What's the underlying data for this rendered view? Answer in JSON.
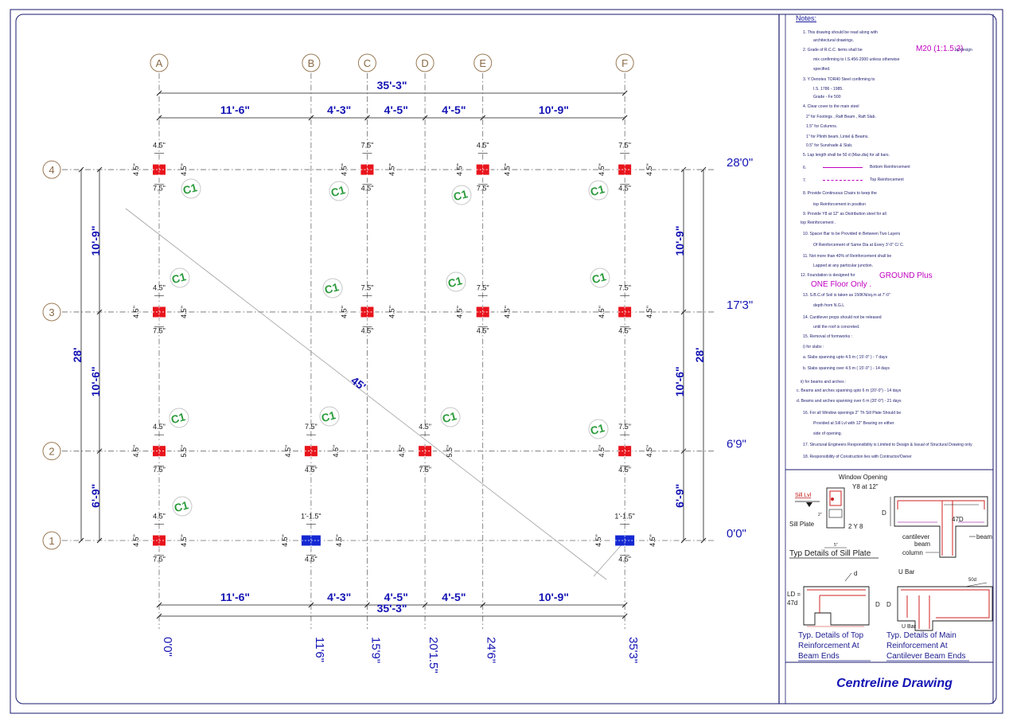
{
  "title_block": {
    "title": "Centreline Drawing"
  },
  "grid": {
    "columns": [
      {
        "label": "A",
        "ft": 0,
        "chain": "0'0\""
      },
      {
        "label": "B",
        "ft": 11.5,
        "chain": "11'6\""
      },
      {
        "label": "C",
        "ft": 15.75,
        "chain": "15'9\""
      },
      {
        "label": "D",
        "ft": 20.125,
        "chain": "20'1.5\""
      },
      {
        "label": "E",
        "ft": 24.5,
        "chain": "24'6\""
      },
      {
        "label": "F",
        "ft": 35.25,
        "chain": "35'3\""
      }
    ],
    "rows": [
      {
        "label": "4",
        "ft": 28,
        "chain": "28'0\""
      },
      {
        "label": "3",
        "ft": 17.25,
        "chain": "17'3\""
      },
      {
        "label": "2",
        "ft": 6.75,
        "chain": "6'9\""
      },
      {
        "label": "1",
        "ft": 0,
        "chain": "0'0\""
      }
    ]
  },
  "dimensions": {
    "top_total": "35'-3\"",
    "top_segments": [
      "11'-6\"",
      "4'-3\"",
      "4'-5\"",
      "4'-5\"",
      "10'-9\""
    ],
    "bottom_segments": [
      "11'-6\"",
      "4'-3\"",
      "4'-5\"",
      "4'-5\"",
      "10'-9\""
    ],
    "bottom_total": "35'-3\"",
    "left_segments": [
      "10'-9\"",
      "10'-6\"",
      "6'-9\""
    ],
    "left_total": "28'",
    "right_segments": [
      "10'-9\"",
      "10'-6\"",
      "6'-9\""
    ],
    "right_total": "28'",
    "diagonal": "45'"
  },
  "columns": [
    {
      "at": "A4",
      "color": "#e8141c",
      "offsets": {
        "top": "4.5\"",
        "bottom": "7.5\"",
        "left": "4.5\"",
        "right": "4.5\""
      }
    },
    {
      "at": "C4",
      "color": "#e8141c",
      "offsets": {
        "top": "7.5\"",
        "bottom": "4.5\"",
        "left": "4.5\"",
        "right": "4.5\""
      }
    },
    {
      "at": "E4",
      "color": "#e8141c",
      "offsets": {
        "top": "4.5\"",
        "bottom": "7.5\"",
        "left": "4.5\"",
        "right": "4.5\""
      }
    },
    {
      "at": "F4",
      "color": "#e8141c",
      "offsets": {
        "top": "7.5\"",
        "bottom": "4.5\"",
        "left": "4.5\"",
        "right": "4.5\""
      }
    },
    {
      "at": "A3",
      "color": "#e8141c",
      "offsets": {
        "top": "4.5\"",
        "bottom": "7.5\"",
        "left": "4.5\"",
        "right": "4.5\""
      }
    },
    {
      "at": "C3",
      "color": "#e8141c",
      "offsets": {
        "top": "7.5\"",
        "bottom": "4.5\"",
        "left": "4.5\"",
        "right": "4.5\""
      }
    },
    {
      "at": "E3",
      "color": "#e8141c",
      "offsets": {
        "top": "7.5\"",
        "bottom": "4.5\"",
        "left": "4.5\"",
        "right": "4.5\""
      }
    },
    {
      "at": "F3",
      "color": "#e8141c",
      "offsets": {
        "top": "7.5\"",
        "bottom": "4.5\"",
        "left": "4.5\"",
        "right": "4.5\""
      }
    },
    {
      "at": "A2",
      "color": "#e8141c",
      "offsets": {
        "top": "4.5\"",
        "bottom": "7.5\"",
        "left": "4.5\"",
        "right": "5.5\""
      }
    },
    {
      "at": "B2",
      "color": "#e8141c",
      "offsets": {
        "top": "7.5\"",
        "bottom": "4.5\"",
        "left": "4.5\"",
        "right": "4.5\""
      }
    },
    {
      "at": "D2",
      "color": "#e8141c",
      "offsets": {
        "top": "4.5\"",
        "bottom": "7.5\"",
        "left": "4.5\"",
        "right": "5.5\""
      }
    },
    {
      "at": "F2",
      "color": "#e8141c",
      "offsets": {
        "top": "7.5\"",
        "bottom": "4.5\"",
        "left": "4.5\"",
        "right": "4.5\""
      }
    },
    {
      "at": "A1",
      "color": "#e8141c",
      "offsets": {
        "top": "4.5\"",
        "bottom": "7.5\"",
        "left": "4.5\"",
        "right": "4.5\""
      }
    },
    {
      "at": "B1",
      "color": "#1428d2",
      "offsets": {
        "top": "1'-1.5\"",
        "bottom": "4.5\"",
        "left": "4.5\"",
        "right": "4.5\""
      }
    },
    {
      "at": "F1",
      "color": "#1428d2",
      "offsets": {
        "top": "1'-1.5\"",
        "bottom": "4.5\"",
        "left": "4.5\"",
        "right": "4.5\""
      }
    }
  ],
  "column_tag": "C1",
  "notes": {
    "title": "Notes:",
    "lines": [
      "1.  This drawing should be read along with",
      "architectural drawings.",
      "2.  Grade of R.C.C. items shall be",
      "M20 (1:1.5:3)",
      "by design",
      "mix confirming to I.S.456-2000 unless otherwise",
      "specified.",
      "3.  Y Denotes TOR40 Steel confirming to",
      "I.S. 1786 - 1985.",
      "Grade - Fe 500",
      "4.  Clear cover to the main steel",
      "2\"  for Footings , Raft Beam , Raft Slab.",
      "1.5\"  for Columns.",
      "1\"  for Plinth beam, Lintel & Beams.",
      "0.5\"  for Sunshade & Slab.",
      "5.  Lap length shall be 50 d (Max.dia) for all bars.",
      "6.",
      "Bottom Reinforcement",
      "7.",
      "Top Reinforcement",
      "8.  Provide Continuous Chairs to keep the",
      "top Reinforcement in position",
      "9.  Provide Y8 at 12\" as Distribution steel for all",
      "top Reinforcement .",
      "10.  Spacer Bar to be Provided in Between Two Layers",
      "Of Reinforcement of Same Dia at Every  3'-0\"  C/ C.",
      "11.  Not more than 40% of Reinforcement shall be",
      "Lapped at any particular junction.",
      "12. Foundation is designed for",
      "GROUND Plus",
      "ONE Floor Only .",
      "13.  S.B.C.of Soil is taken as 150KN/sq.m  at 7'-0\"",
      "depth from N.G.L",
      "14.  Cantilever props should not be released",
      "until the roof is concreted.",
      "15. Removal of formworks :",
      "i)  for slabs :",
      "a.  Slabs spanning upto 4.5 m ( 15'-0\" ) - 7 days",
      "b.  Slabs spanning over 4.5 m ( 15'-0\" ) - 14 days",
      "ii) for beams and arches :",
      "c. Beams and arches spanning upto 6 m (20'-0\") - 14 days",
      "d. Beams and arches spanning over 6 m (20'-0\") - 21 days",
      "16.  For all Window openings 2\" Th Sill Plate Should be",
      "Provided at Sill Lvl with 12\" Bearing on either",
      "side of opening.",
      "17.  Structural Engineers Responsibility is Limited to Design & Issual of Structural Drawing only",
      "18.  Responsibility of Construction lies with Contractor/Owner"
    ]
  },
  "details": {
    "sill": {
      "title": "Typ Details of Sill Plate",
      "window_opening": "Window Opening",
      "y8": "Y8 at 12\"",
      "sill_lvl": "Sill Lvl",
      "sill_plate": "Sill Plate",
      "two_y8": "2 Y 8",
      "dim_2": "2\"",
      "dim_5": "5\""
    },
    "cantilever": {
      "d": "D",
      "lap": "47D",
      "cantilever_beam_1": "cantilever",
      "cantilever_beam_2": "beam",
      "beam": "beam",
      "column": "column"
    },
    "top_reinf": {
      "title_1": "Typ. Details of Top",
      "title_2": "Reinforcement At",
      "title_3": "Beam Ends",
      "ld_1": "LD =",
      "ld_2": "47d",
      "d_small": "d",
      "d_big": "D"
    },
    "main_reinf": {
      "title_1": "Typ. Details of Main",
      "title_2": "Reinforcement At",
      "title_3": "Cantilever Beam Ends",
      "u_bar_top": "U Bar",
      "u_bar_bottom": "U Bar",
      "fifty_d": "50d",
      "d_big": "D"
    }
  }
}
